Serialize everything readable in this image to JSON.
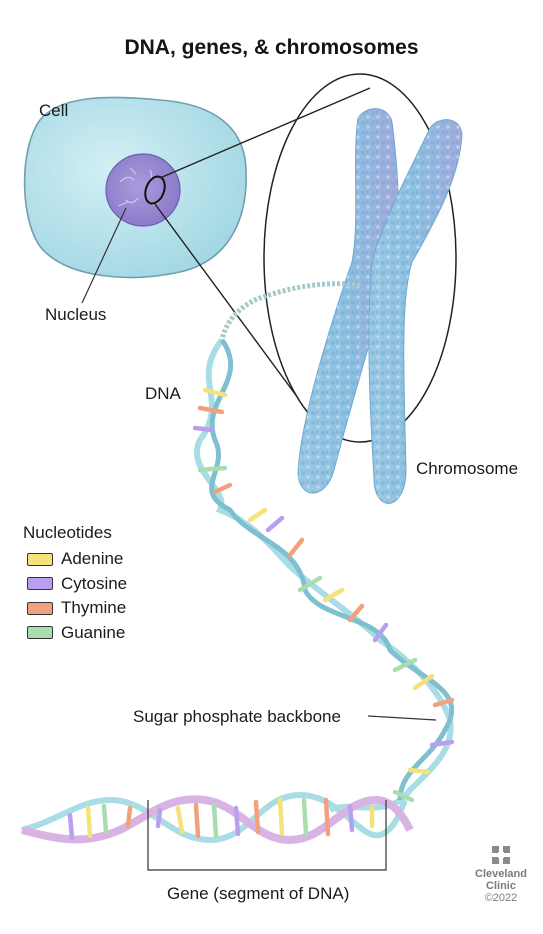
{
  "title": "DNA, genes, & chromosomes",
  "labels": {
    "cell": "Cell",
    "nucleus": "Nucleus",
    "dna": "DNA",
    "chromosome": "Chromosome",
    "backbone": "Sugar phosphate backbone",
    "gene": "Gene (segment of DNA)"
  },
  "legend": {
    "title": "Nucleotides",
    "items": [
      {
        "name": "Adenine",
        "color": "#f5e27a"
      },
      {
        "name": "Cytosine",
        "color": "#b9a0ee"
      },
      {
        "name": "Thymine",
        "color": "#f0a27e"
      },
      {
        "name": "Guanine",
        "color": "#a9ddb0"
      }
    ]
  },
  "colors": {
    "cell": "#a9dde8",
    "nucleus": "#9b8bd2",
    "chromosome": "#8dc4df",
    "backbone": "#a9dde5",
    "gene_backbone": "#d9b3e3"
  },
  "logo": {
    "line1": "Cleveland",
    "line2": "Clinic",
    "copyright": "©2022"
  }
}
